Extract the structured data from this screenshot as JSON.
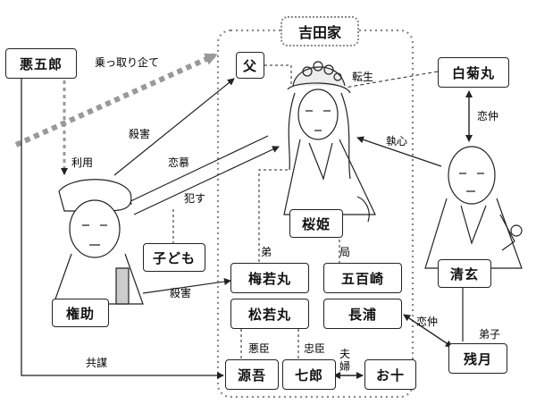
{
  "family": {
    "title": "吉田家"
  },
  "nodes": {
    "akugoro": "悪五郎",
    "chichi": "父",
    "shiragiku": "白菊丸",
    "seigen": "清玄",
    "gonsuke": "権助",
    "kodomo": "子ども",
    "sakurahime": "桜姫",
    "umewaka": "梅若丸",
    "matsuwaka": "松若丸",
    "ioizaki": "五百崎",
    "nagaura": "長浦",
    "zangetsu": "残月",
    "gengo": "源吾",
    "shichiro": "七郎",
    "ojuu": "お十"
  },
  "relations": {
    "takeover": "乗っ取り企て",
    "satsugai1": "殺害",
    "riyou": "利用",
    "renbo": "恋慕",
    "okasu": "犯す",
    "tensei": "転生",
    "renchu1": "恋仲",
    "shuushin": "執心",
    "otouto": "弟",
    "tsubone": "局",
    "satsugai2": "殺害",
    "renchu2": "恋仲",
    "deshi": "弟子",
    "akushin": "悪臣",
    "chushin": "忠臣",
    "fuufu": "夫婦",
    "kyoubou": "共謀"
  }
}
